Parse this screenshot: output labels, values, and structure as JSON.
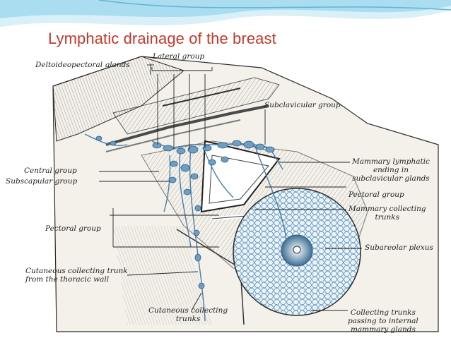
{
  "title": "Lymphatic drainage of the breast",
  "colors": {
    "title": "#c0392b",
    "lymph": "#6d9ec4",
    "lymph_dark": "#4a7ea8",
    "ink": "#2b2b2b",
    "paper": "#f4f1ea",
    "header_wave": "#7ec8e3"
  },
  "labels": {
    "deltoideopectoral": "Deltoideopectoral glands",
    "lateral": "Lateral group",
    "subclavicular": "Subclavicular group",
    "central": "Central group",
    "subscapular": "Subscapular group",
    "mammary_lymphatic": "Mammary lymphatic\nending in\nsubclavicular glands",
    "pectoral_right": "Pectoral group",
    "mammary_collecting": "Mammary collecting\ntrunks",
    "pectoral_left": "Pectoral group",
    "subareolar": "Subareolar plexus",
    "cutaneous_thoracic": "Cutaneous collecting trunk\nfrom the thoracic wall",
    "cutaneous_bottom": "Cutaneous collecting\ntrunks",
    "collecting_internal": "Collecting trunks\npassing to internal\nmammary glands"
  }
}
